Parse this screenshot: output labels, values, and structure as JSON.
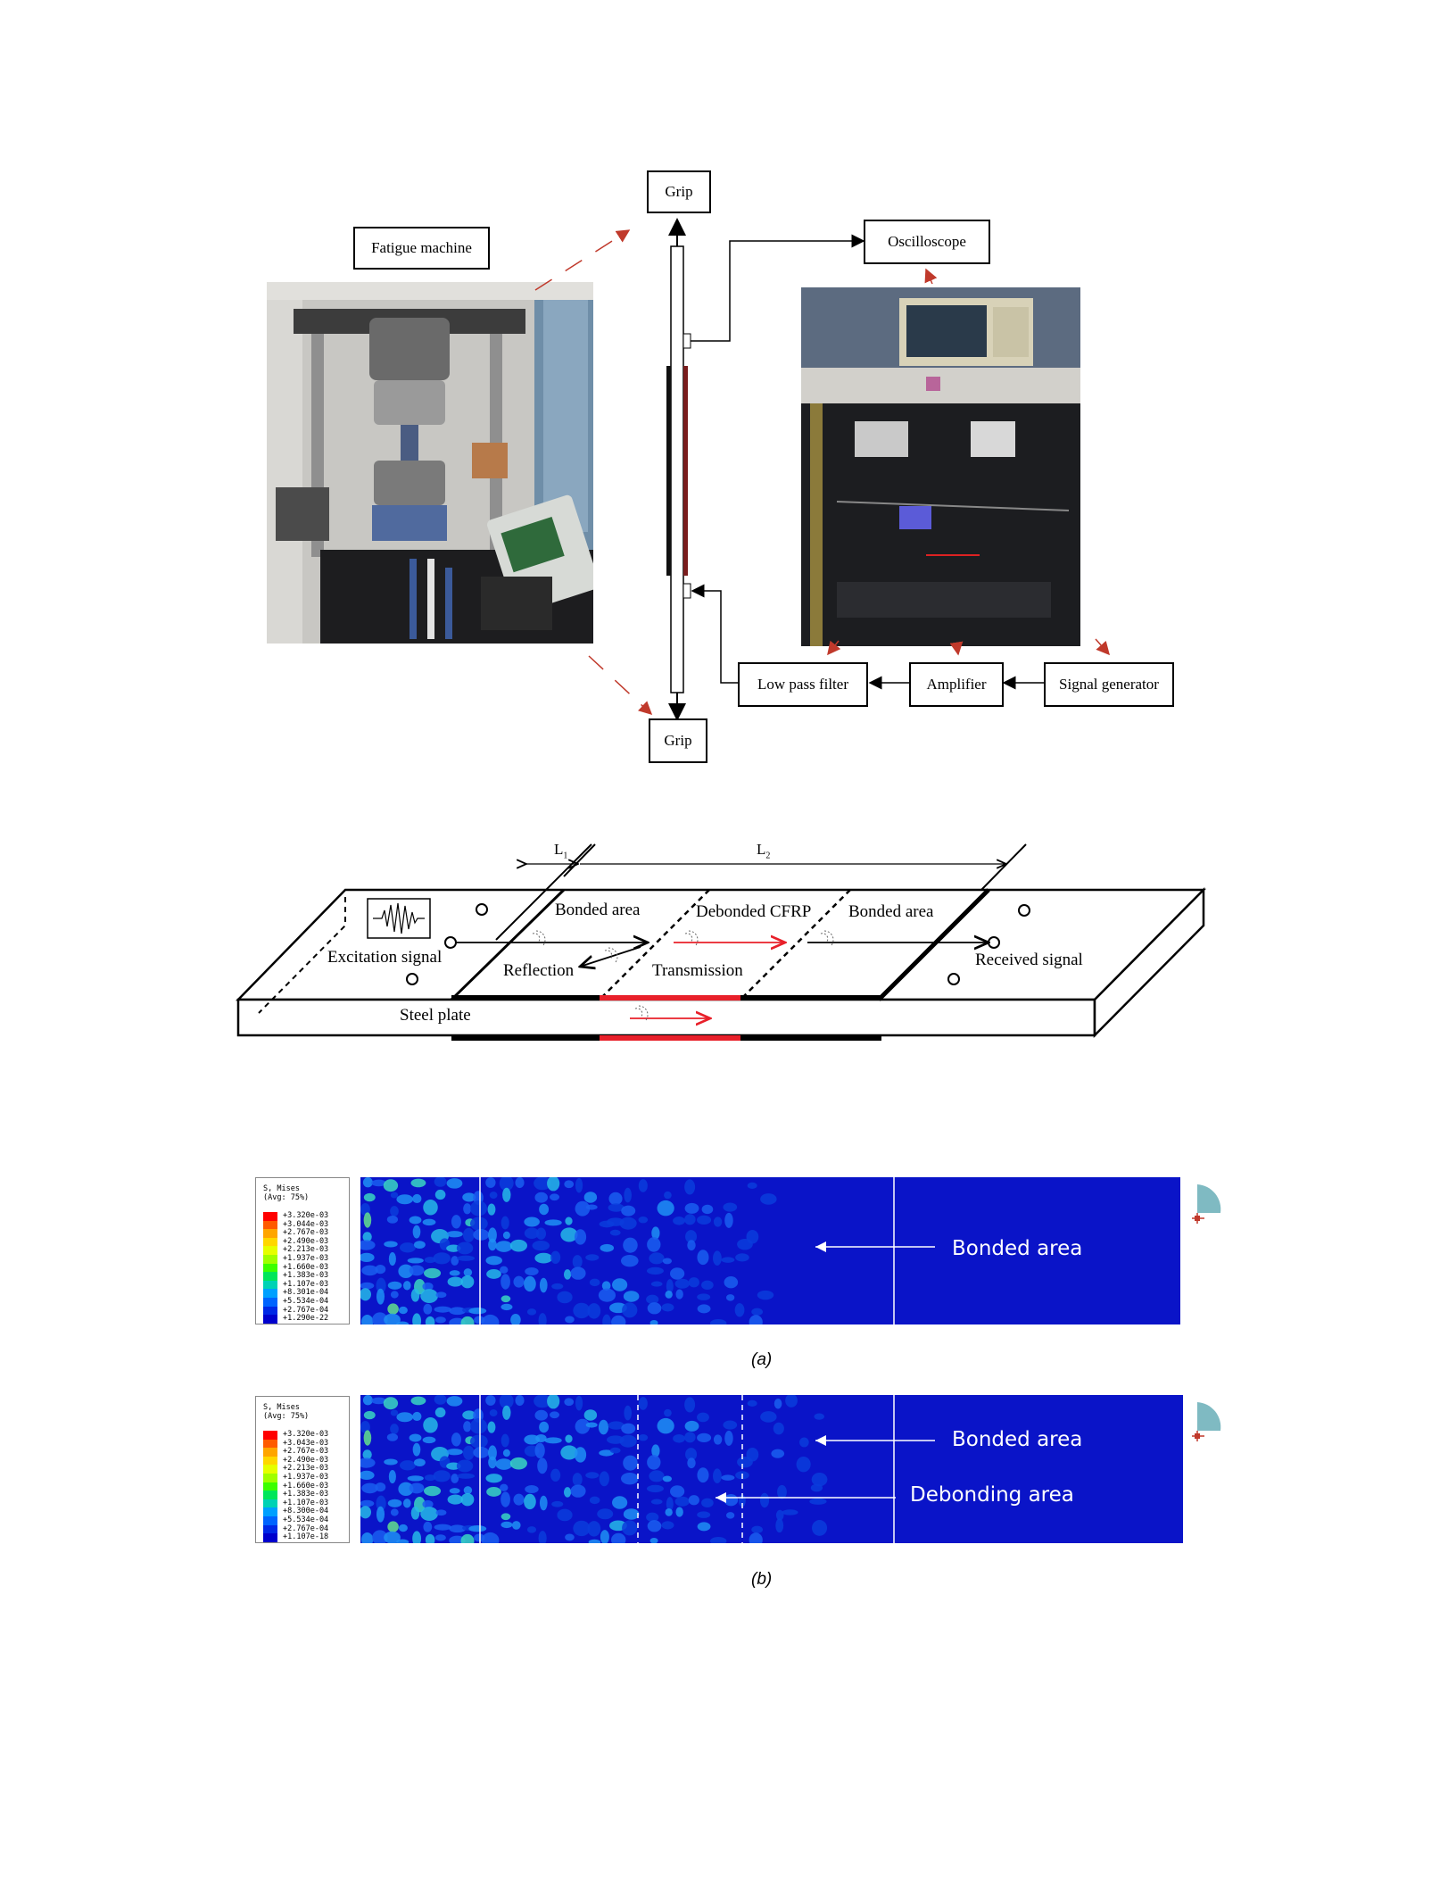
{
  "setup": {
    "grip_top": "Grip",
    "grip_bottom": "Grip",
    "fatigue_machine": "Fatigue machine",
    "oscilloscope": "Oscilloscope",
    "low_pass_filter": "Low pass filter",
    "amplifier": "Amplifier",
    "signal_generator": "Signal generator"
  },
  "schematic": {
    "l1": "L",
    "l1_sub": "1",
    "l2": "L",
    "l2_sub": "2",
    "bonded_area_left": "Bonded area",
    "debonded_cfrp": "Debonded CFRP",
    "bonded_area_right": "Bonded area",
    "excitation_signal": "Excitation signal",
    "reflection": "Reflection",
    "transmission": "Transmission",
    "received_signal": "Received signal",
    "steel_plate": "Steel plate"
  },
  "fe_a": {
    "legend_title": "S, Mises",
    "legend_avg": "(Avg: 75%)",
    "legend_values": [
      "+3.320e-03",
      "+3.044e-03",
      "+2.767e-03",
      "+2.490e-03",
      "+2.213e-03",
      "+1.937e-03",
      "+1.660e-03",
      "+1.383e-03",
      "+1.107e-03",
      "+8.301e-04",
      "+5.534e-04",
      "+2.767e-04",
      "+1.290e-22"
    ],
    "bonded_label": "Bonded area",
    "caption": "(a)"
  },
  "fe_b": {
    "legend_title": "S, Mises",
    "legend_avg": "(Avg: 75%)",
    "legend_values": [
      "+3.320e-03",
      "+3.043e-03",
      "+2.767e-03",
      "+2.490e-03",
      "+2.213e-03",
      "+1.937e-03",
      "+1.660e-03",
      "+1.383e-03",
      "+1.107e-03",
      "+8.300e-04",
      "+5.534e-04",
      "+2.767e-04",
      "+1.107e-18"
    ],
    "bonded_label": "Bonded area",
    "debonding_label": "Debonding area",
    "caption": "(b)"
  },
  "colors": {
    "contour_scale": [
      "#ff0000",
      "#ff5a00",
      "#ffa500",
      "#ffd700",
      "#e6ff00",
      "#a0ff00",
      "#3cff00",
      "#00e65a",
      "#00d2b4",
      "#00a0ff",
      "#0064ff",
      "#0028e6",
      "#0000cd"
    ],
    "plate_blue": "#0a14c8",
    "red_arrow": "#c0392b",
    "cfrp_red": "#e8202a"
  }
}
